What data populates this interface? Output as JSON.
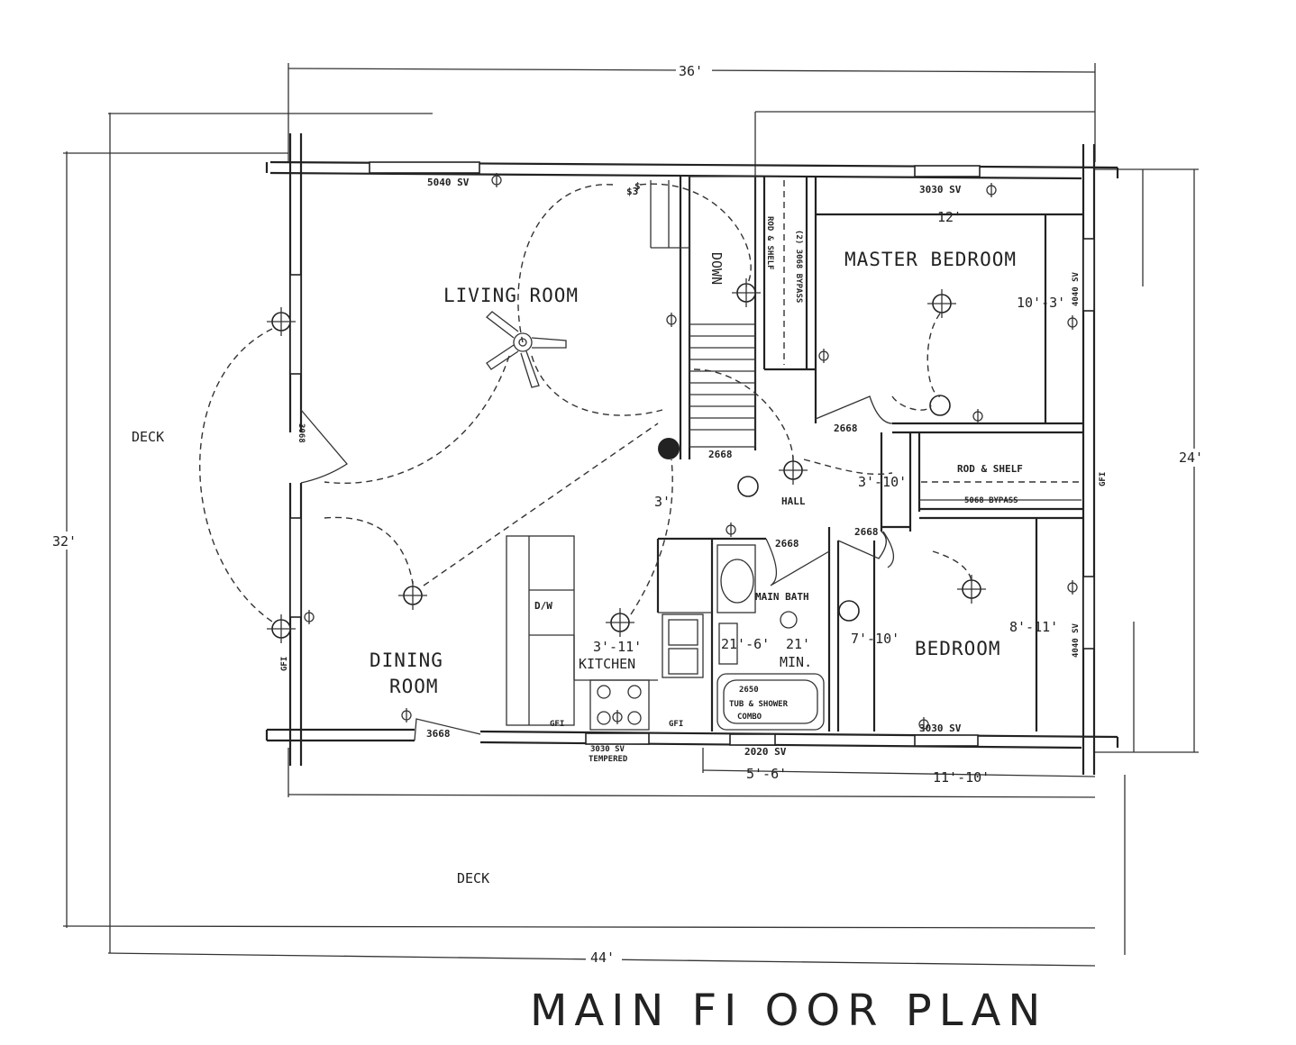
{
  "title": "MAIN FI OOR PLAN",
  "rooms": {
    "living_room": "LIVING ROOM",
    "master_bedroom": "MASTER BEDROOM",
    "dining_room_1": "DINING",
    "dining_room_2": "ROOM",
    "kitchen": "KITCHEN",
    "bedroom": "BEDROOM",
    "main_bath": "MAIN BATH",
    "hall": "HALL",
    "deck_left": "DECK",
    "deck_bottom": "DECK"
  },
  "dimensions": {
    "top": "36'",
    "bottom": "44'",
    "left": "32'",
    "right": "24'",
    "master_width": "12'",
    "master_depth": "10'-3'",
    "closet_width": "3'-10'",
    "bedroom_depth": "8'-11'",
    "bedroom_width": "7'-10'",
    "kitchen_width": "3'-11'",
    "bath_clear_1": "21'-6'",
    "bath_clear_2": "21'",
    "bath_min": "MIN.",
    "hall_width": "3'",
    "bath_bottom": "5'-6'",
    "bedroom_bottom": "11'-10'"
  },
  "labels": {
    "win_living_top": "5040 SV",
    "win_master_top": "3030 SV",
    "win_master_side": "4040 SV",
    "win_bed_side": "4040 SV",
    "win_bed_bottom": "3030 SV",
    "win_bath_bottom": "2020 SV",
    "win_kitchen_1": "3030 SV",
    "win_kitchen_2": "TEMPERED",
    "door_deck": "3068",
    "door_dining": "3668",
    "door_stair": "2668",
    "door_master": "2668",
    "door_bath": "2668",
    "door_bedroom": "2668",
    "stairs_down": "DOWN",
    "rod_shelf_hall": "ROD & SHELF",
    "bypass_hall": "(2) 3068 BYPASS",
    "rod_shelf_bed": "ROD & SHELF",
    "bypass_bed": "5068 BYPASS",
    "dw": "D/W",
    "tub_1": "2650",
    "tub_2": "TUB & SHOWER",
    "tub_3": "COMBO",
    "gfi": "GFI",
    "switch": "$",
    "switch3": "$3"
  },
  "colors": {
    "ink": "#222222",
    "paper": "#ffffff"
  }
}
